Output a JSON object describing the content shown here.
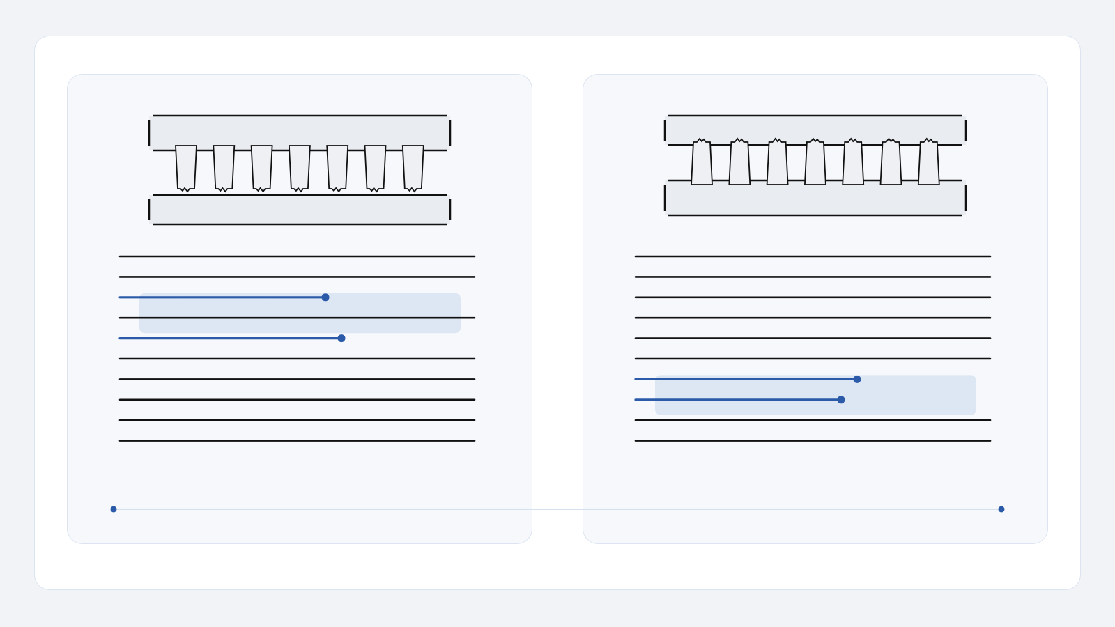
{
  "colors": {
    "background": "#f1f3f7",
    "canvas": "#ffffff",
    "panel": "#f6f8fc",
    "border": "#dbe4f0",
    "ink": "#111111",
    "accent": "#2a5aa8",
    "highlight": "#dde6f3",
    "block_fill": "#e9ecf0",
    "connector": "#d6e1ef"
  },
  "panels": [
    {
      "id": "left",
      "teeth_count": 7,
      "teeth_attached_to": "top",
      "line_count": 10,
      "highlighted_lines": [
        3,
        5
      ],
      "highlight_band": [
        3,
        4
      ]
    },
    {
      "id": "right",
      "teeth_count": 7,
      "teeth_attached_to": "bottom",
      "line_count": 10,
      "highlighted_lines": [
        7,
        8
      ],
      "highlight_band": [
        7,
        8
      ]
    }
  ]
}
